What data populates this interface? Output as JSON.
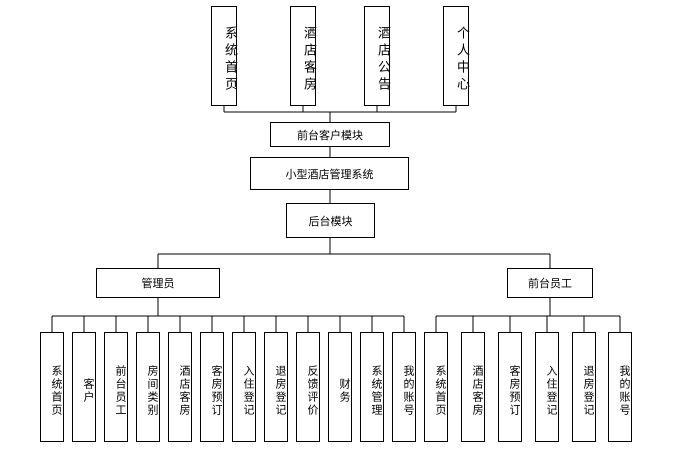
{
  "top_modules": [
    "系统首页",
    "酒店客房",
    "酒店公告",
    "个人中心"
  ],
  "front_module": "前台客户模块",
  "system": "小型酒店管理系统",
  "back_module": "后台模块",
  "admin": {
    "label": "管理员",
    "items": [
      "系统首页",
      "客户",
      "前台员工",
      "房间类别",
      "酒店客房",
      "客房预订",
      "入住登记",
      "退房登记",
      "反馈评价",
      "财务",
      "系统管理",
      "我的账号"
    ]
  },
  "staff": {
    "label": "前台员工",
    "items": [
      "系统首页",
      "酒店客房",
      "客房预订",
      "入住登记",
      "退房登记",
      "我的账号"
    ]
  }
}
